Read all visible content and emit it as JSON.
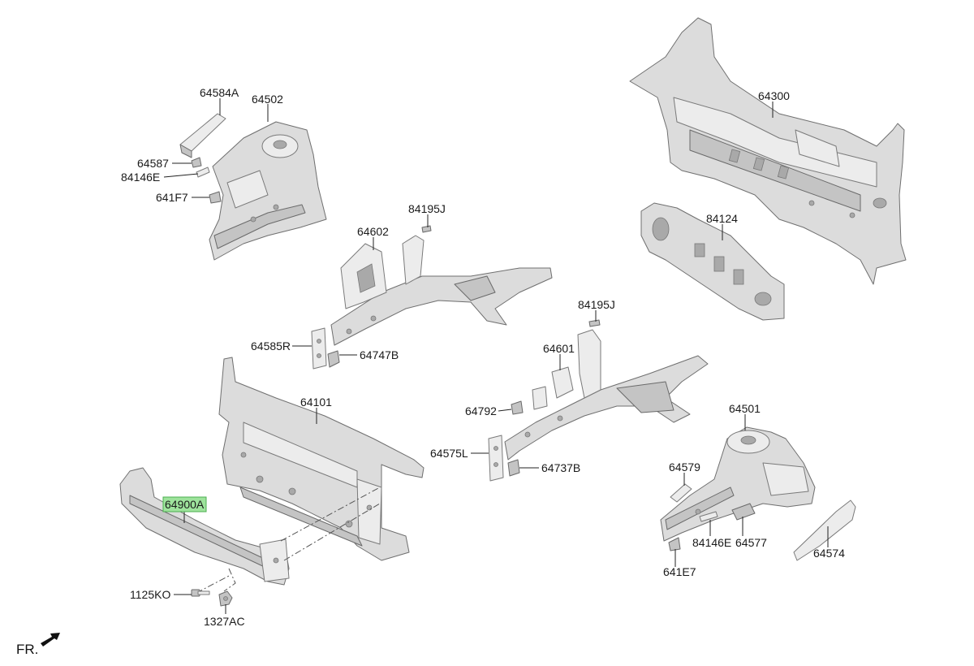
{
  "diagram": {
    "labels": {
      "p64584A": "64584A",
      "p64502": "64502",
      "p64587": "64587",
      "p84146E_top": "84146E",
      "p641F7": "641F7",
      "p84195J_top": "84195J",
      "p64602": "64602",
      "p64585R": "64585R",
      "p64747B": "64747B",
      "p64101": "64101",
      "p64900A": "64900A",
      "p1125KO": "1125KO",
      "p1327AC": "1327AC",
      "p64300": "64300",
      "p84124": "84124",
      "p84195J_mid": "84195J",
      "p64601": "64601",
      "p64792": "64792",
      "p64575L": "64575L",
      "p64737B": "64737B",
      "p64501": "64501",
      "p64579": "64579",
      "p84146E_bot": "84146E",
      "p64577": "64577",
      "p641E7": "641E7",
      "p64574": "64574"
    },
    "highlighted_part": "64900A",
    "highlight_color": "#9ee39c",
    "direction_indicator": "FR."
  }
}
